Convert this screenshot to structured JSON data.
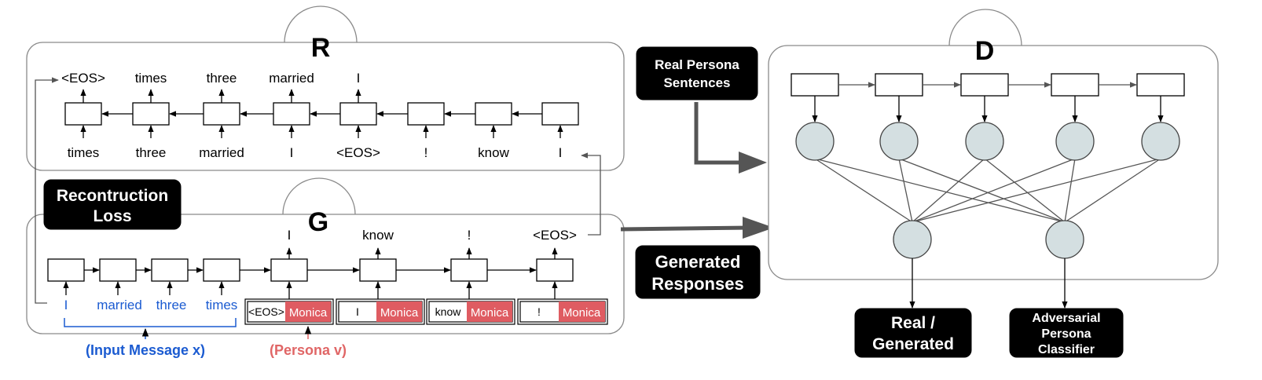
{
  "panels": {
    "reconstructor": {
      "title": "R",
      "top_tokens": [
        "<EOS>",
        "times",
        "three",
        "married",
        "I"
      ],
      "bottom_tokens": [
        "times",
        "three",
        "married",
        "I",
        "<EOS>",
        "!",
        "know",
        "I"
      ]
    },
    "generator": {
      "title": "G",
      "output_tokens": [
        "I",
        "know",
        "!",
        "<EOS>"
      ],
      "input_tokens": [
        "I",
        "married",
        "three",
        "times"
      ],
      "decoder_inputs": [
        {
          "token": "<EOS>",
          "persona": "Monica"
        },
        {
          "token": "I",
          "persona": "Monica"
        },
        {
          "token": "know",
          "persona": "Monica"
        },
        {
          "token": "!",
          "persona": "Monica"
        }
      ],
      "input_message_label": "(Input Message x)",
      "persona_label": "(Persona v)"
    },
    "discriminator": {
      "title": "D"
    }
  },
  "labels": {
    "reconstruction_loss": [
      "Recontruction",
      "Loss"
    ],
    "real_persona_sentences": [
      "Real Persona",
      "Sentences"
    ],
    "generated_responses": [
      "Generated",
      "Responses"
    ],
    "real_generated": [
      "Real /",
      "Generated"
    ],
    "adversarial_classifier": [
      "Adversarial",
      "Persona",
      "Classifier"
    ]
  },
  "colors": {
    "blue_text": "#1b5bd1",
    "red_persona": "#df5c62",
    "red_text": "#e06666",
    "node_fill": "#d4dfe1",
    "black_label": "#000000"
  }
}
